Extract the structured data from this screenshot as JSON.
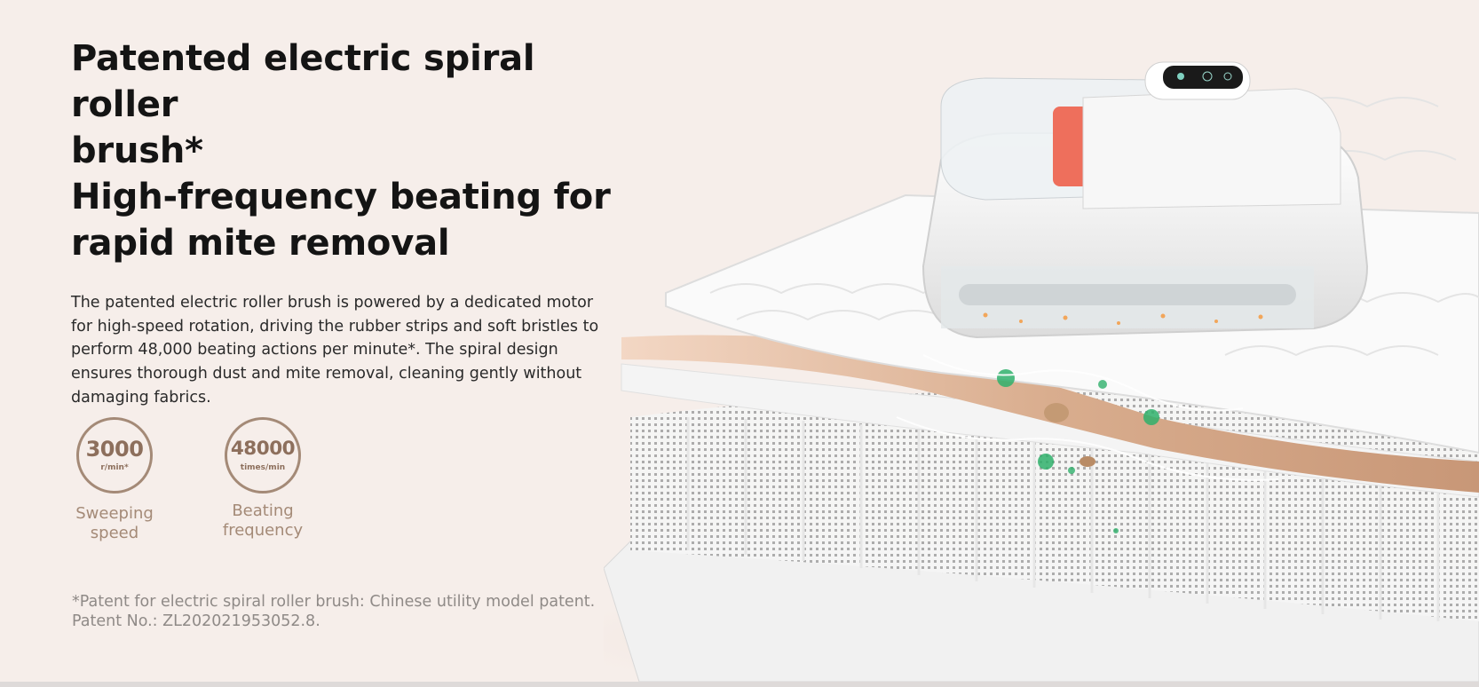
{
  "headline": {
    "line1": "Patented electric spiral roller",
    "line2": "brush*",
    "line3": "High-frequency beating for",
    "line4": "rapid mite removal"
  },
  "description": "The patented electric roller brush is powered by a dedicated motor for high-speed rotation, driving the rubber strips and soft bristles to perform 48,000 beating actions per minute*. The spiral design ensures thorough dust and mite removal, cleaning gently without damaging fabrics.",
  "stats": [
    {
      "value": "3000",
      "unit": "r/min*",
      "label_line1": "Sweeping",
      "label_line2": "speed"
    },
    {
      "value": "48000",
      "unit": "times/min",
      "label_line1": "Beating",
      "label_line2": "frequency"
    }
  ],
  "footnote": {
    "line1": "*Patent for electric spiral roller brush: Chinese utility model patent.",
    "line2": "Patent No.: ZL202021953052.8."
  },
  "colors": {
    "background": "#f6eeea",
    "accent": "#a48a77",
    "device_stripe": "#ee6f5c",
    "mite_green": "#2fb06b"
  }
}
